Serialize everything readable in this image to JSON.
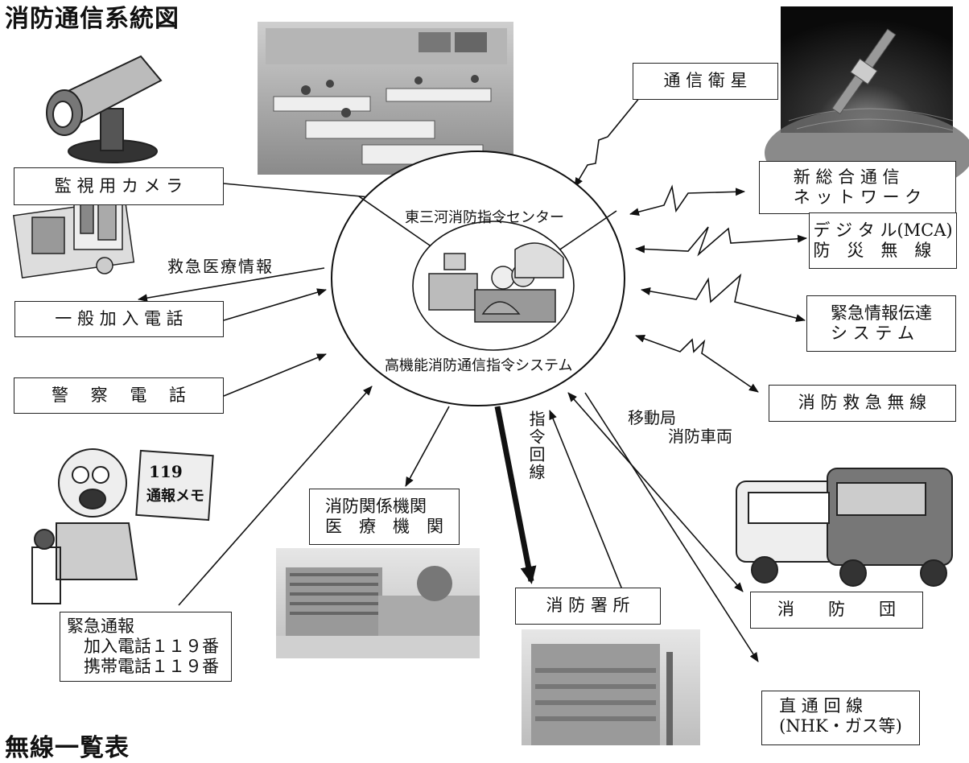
{
  "title": "消防通信系統図",
  "footer_title": "無線一覧表",
  "center": {
    "top_label": "東三河消防指令センター",
    "bottom_label": "高機能消防通信指令システム"
  },
  "boxes": {
    "camera": "監 視 用 カ メ ラ",
    "phone": "一 般 加 入 電 話",
    "police": "警　 察　 電　 話",
    "satellite": "通 信 衛 星",
    "network": "新 総 合 通 信\nネ ッ ト ワ ー ク",
    "digital": "デ ジ タ ル(MCA)\n防　災　無　線",
    "alert": "緊急情報伝達\nシ ス テ ム",
    "radio": "消 防 救 急 無 線",
    "related": "消防関係機関\n医　療　機　関",
    "station": "消 防 署 所",
    "corps": "消　　防　　団",
    "direct": "直 通 回 線\n(NHK・ガス等)",
    "emergency": "緊急通報\n　加入電話１１９番\n　携帯電話１１９番"
  },
  "labels": {
    "medical_info": "救急医療情報",
    "mobile_station": "移動局",
    "fire_vehicle": "消防車両",
    "command_line": "指令回線"
  },
  "photos": {
    "control_room": "control-room-photo",
    "satellite": "satellite-photo",
    "camera": "surveillance-camera-illustration",
    "medical_kit": "medical-kit-illustration",
    "caller": "caller-illustration",
    "hospital": "hospital-photo",
    "fire_station": "fire-station-photo",
    "fire_trucks": "fire-trucks-illustration",
    "operators": "operators-illustration"
  },
  "memo_text": "通報メモ",
  "memo_number": "119"
}
